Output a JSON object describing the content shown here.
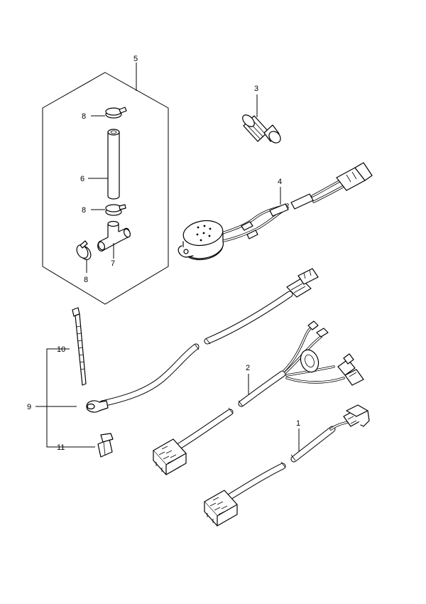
{
  "callouts": {
    "c1": "1",
    "c2": "2",
    "c3": "3",
    "c4": "4",
    "c5": "5",
    "c6": "6",
    "c7": "7",
    "c8a": "8",
    "c8b": "8",
    "c8c": "8",
    "c9": "9",
    "c10": "10",
    "c11": "11"
  }
}
